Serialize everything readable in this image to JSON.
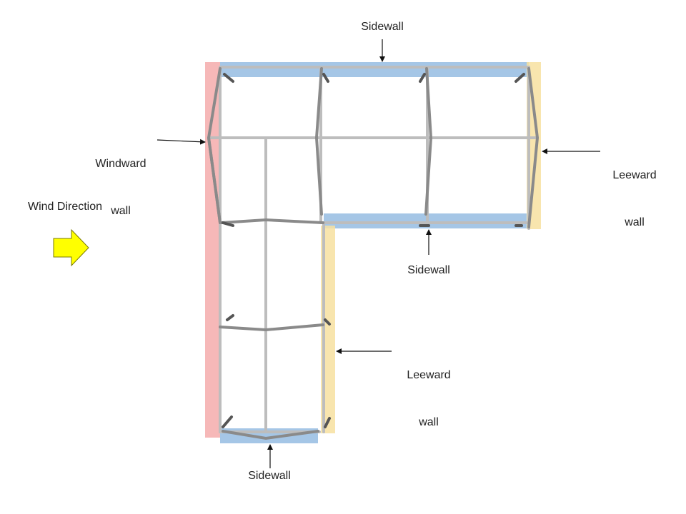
{
  "labels": {
    "sidewall_top": "Sidewall",
    "sidewall_mid": "Sidewall",
    "sidewall_bottom": "Sidewall",
    "windward_line1": "Windward",
    "windward_line2": "wall",
    "leeward_top_line1": "Leeward",
    "leeward_top_line2": "wall",
    "leeward_bottom_line1": "Leeward",
    "leeward_bottom_line2": "wall",
    "wind_direction": "Wind Direction"
  },
  "colors": {
    "windward": "#f4a6a6",
    "leeward": "#f7e0a0",
    "sidewall": "#8fb8e0",
    "frame": "#bdbdbd",
    "frame_dark": "#7a7a7a",
    "arrow": "#ffff00",
    "arrow_stroke": "#7a7a00"
  }
}
